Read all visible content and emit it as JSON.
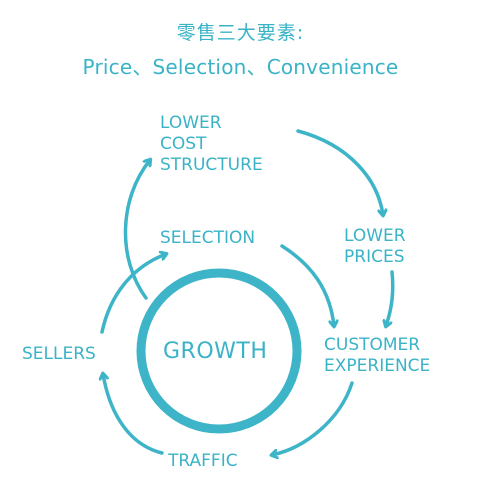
{
  "colors": {
    "accent": "#3db4c8",
    "text": "#3ab3c6"
  },
  "title": {
    "line1": "零售三大要素:",
    "line2": "Price、Selection、Convenience"
  },
  "center": {
    "label": "GROWTH"
  },
  "nodes": {
    "lower_cost_structure": [
      "LOWER",
      "COST",
      "STRUCTURE"
    ],
    "lower_prices": [
      "LOWER",
      "PRICES"
    ],
    "customer_experience": [
      "CUSTOMER",
      "EXPERIENCE"
    ],
    "traffic": "TRAFFIC",
    "sellers": "SELLERS",
    "selection": "SELECTION"
  }
}
